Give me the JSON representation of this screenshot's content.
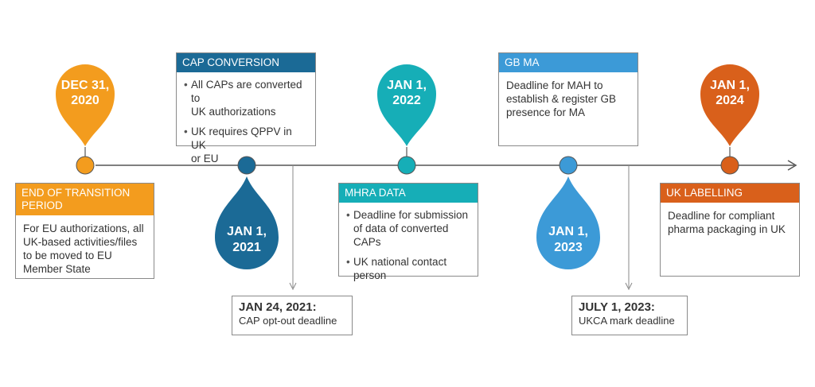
{
  "colors": {
    "orange": "#F39C1E",
    "navy": "#1B6A96",
    "teal": "#16AEB7",
    "sky": "#3C9AD7",
    "burnt": "#D9601B",
    "line": "#555555"
  },
  "pins_up": [
    {
      "line1": "DEC 31,",
      "line2": "2020",
      "color": "#F39C1E"
    },
    {
      "line1": "JAN 1,",
      "line2": "2022",
      "color": "#16AEB7"
    },
    {
      "line1": "JAN 1,",
      "line2": "2024",
      "color": "#D9601B"
    }
  ],
  "drops_down": [
    {
      "line1": "JAN 1,",
      "line2": "2021",
      "color": "#1B6A96"
    },
    {
      "line1": "JAN 1,",
      "line2": "2023",
      "color": "#3C9AD7"
    }
  ],
  "boxes": {
    "transition": {
      "title_line1": "END OF TRANSITION",
      "title_line2": "PERIOD",
      "body": [
        "For EU authorizations, all",
        "UK-based activities/files",
        "to be moved to EU",
        "Member State"
      ]
    },
    "cap": {
      "title": "CAP CONVERSION",
      "items": [
        {
          "l1": "All CAPs are converted to",
          "l2": "UK authorizations"
        },
        {
          "l1": "UK requires QPPV in UK",
          "l2": "or EU"
        }
      ]
    },
    "mhra": {
      "title": "MHRA DATA",
      "items": [
        {
          "l1": "Deadline for submission",
          "l2": "of data of converted CAPs"
        },
        {
          "l1": "UK national contact",
          "l2": "person"
        }
      ]
    },
    "gbma": {
      "title": "GB MA",
      "body": [
        "Deadline for MAH to",
        "establish & register GB",
        "presence for MA"
      ]
    },
    "labelling": {
      "title": "UK LABELLING",
      "body": [
        "Deadline for compliant",
        "pharma packaging in UK"
      ]
    }
  },
  "notes": {
    "optout": {
      "date": "JAN 24, 2021:",
      "text": "CAP opt-out deadline"
    },
    "ukca": {
      "date": "JULY 1, 2023:",
      "text": "UKCA mark deadline"
    }
  }
}
